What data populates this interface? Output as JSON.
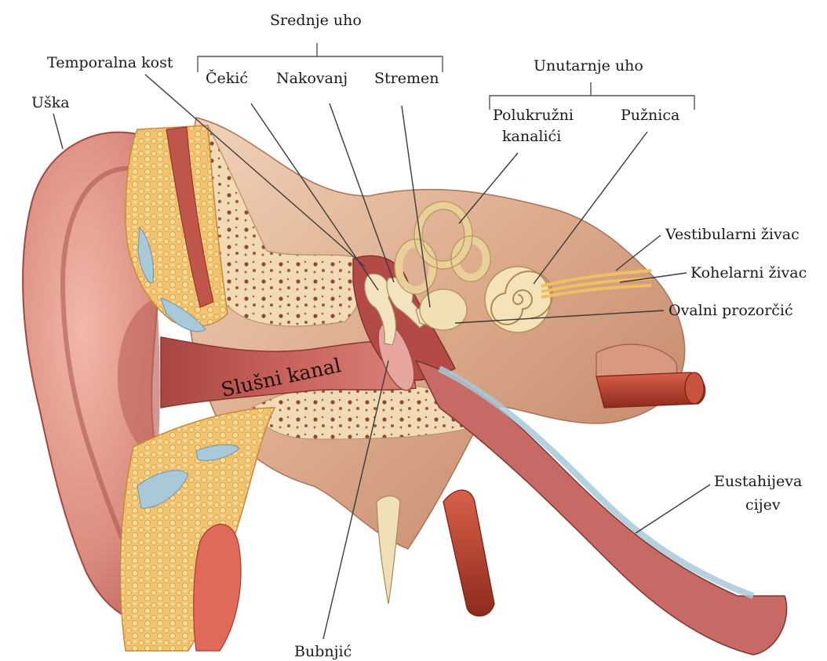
{
  "groups": {
    "middle_ear": "Srednje uho",
    "inner_ear": "Unutarnje uho"
  },
  "labels": {
    "auricle": "Uška",
    "temporal_bone": "Temporalna kost",
    "malleus": "Čekić",
    "incus": "Nakovanj",
    "stapes": "Stremen",
    "semicircular_canals_1": "Polukružni",
    "semicircular_canals_2": "kanalići",
    "cochlea": "Pužnica",
    "vestibular_nerve": "Vestibularni živac",
    "cochlear_nerve": "Kohelarni živac",
    "oval_window": "Ovalni prozorčić",
    "ear_canal": "Slušni kanal",
    "eustachian_tube_1": "Eustahijeva",
    "eustachian_tube_2": "cijev",
    "eardrum": "Bubnjić"
  },
  "colors": {
    "skin": "#d98a80",
    "skin_dark": "#b85a52",
    "bone": "#f0dcb8",
    "marrow": "#e8a84a",
    "canal": "#b9504e",
    "nerve": "#f0c060",
    "vessel": "#b7452f",
    "cartilage": "#a9c9d8"
  }
}
